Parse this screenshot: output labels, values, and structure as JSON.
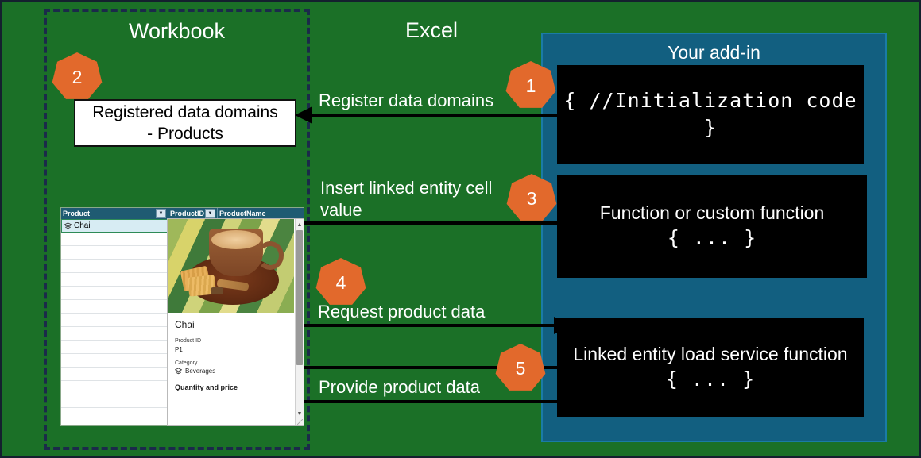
{
  "diagram": {
    "workbook_title": "Workbook",
    "excel_title": "Excel",
    "addin_title": "Your add-in"
  },
  "workbook": {
    "registered_box": {
      "line1": "Registered data domains",
      "line2": "- Products"
    }
  },
  "addin": {
    "code_boxes": [
      {
        "text": "{ //Initialization code }"
      },
      {
        "line1": "Function or custom function",
        "line2": "{ ... }"
      },
      {
        "line1": "Linked entity load service function",
        "line2": "{ ... }"
      }
    ]
  },
  "steps": [
    {
      "number": "1",
      "label": "Register data domains"
    },
    {
      "number": "2",
      "label": ""
    },
    {
      "number": "3",
      "label": "Insert linked entity cell value"
    },
    {
      "number": "4",
      "label": "Request product data"
    },
    {
      "number": "5",
      "label": "Provide product data"
    }
  ],
  "arrow_labels": {
    "register": "Register data domains",
    "insert": "Insert linked entity cell value",
    "request": "Request product data",
    "provide": "Provide product data"
  },
  "spreadsheet": {
    "columns": [
      "Product",
      "ProductID",
      "ProductName"
    ],
    "filter_glyph": "▼",
    "selected_cell_value": "Chai"
  },
  "entity_card": {
    "title": "Chai",
    "fields": [
      {
        "label": "Product ID",
        "value": "P1"
      }
    ],
    "category_label": "Category",
    "category_value": "Beverages",
    "section_title": "Quantity and price",
    "scroll_up_glyph": "▲",
    "scroll_down_glyph": "▼"
  },
  "colors": {
    "background_green": "#1b7027",
    "addin_blue": "#125f80",
    "step_orange": "#e2692c",
    "dashed_navy": "#1b2a4a",
    "code_black": "#000000",
    "grid_header": "#1f5b72"
  }
}
